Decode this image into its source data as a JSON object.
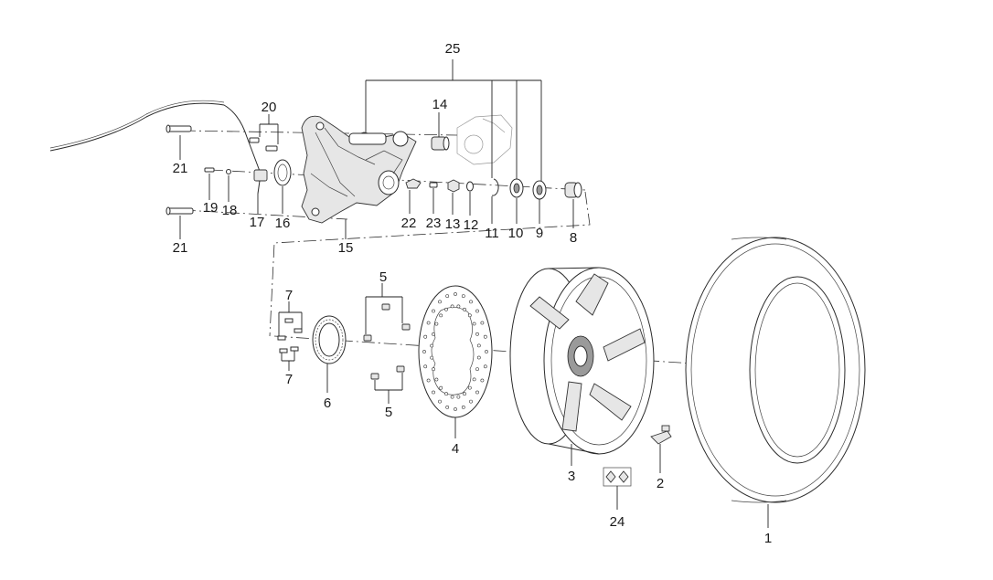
{
  "diagram": {
    "callouts": {
      "c1": "1",
      "c2": "2",
      "c3": "3",
      "c4": "4",
      "c5a": "5",
      "c5b": "5",
      "c6": "6",
      "c7a": "7",
      "c7b": "7",
      "c8": "8",
      "c9": "9",
      "c10": "10",
      "c11": "11",
      "c12": "12",
      "c13": "13",
      "c14": "14",
      "c15": "15",
      "c16": "16",
      "c17": "17",
      "c18": "18",
      "c19": "19",
      "c20": "20",
      "c21a": "21",
      "c21b": "21",
      "c22": "22",
      "c23": "23",
      "c24": "24",
      "c25": "25"
    }
  }
}
